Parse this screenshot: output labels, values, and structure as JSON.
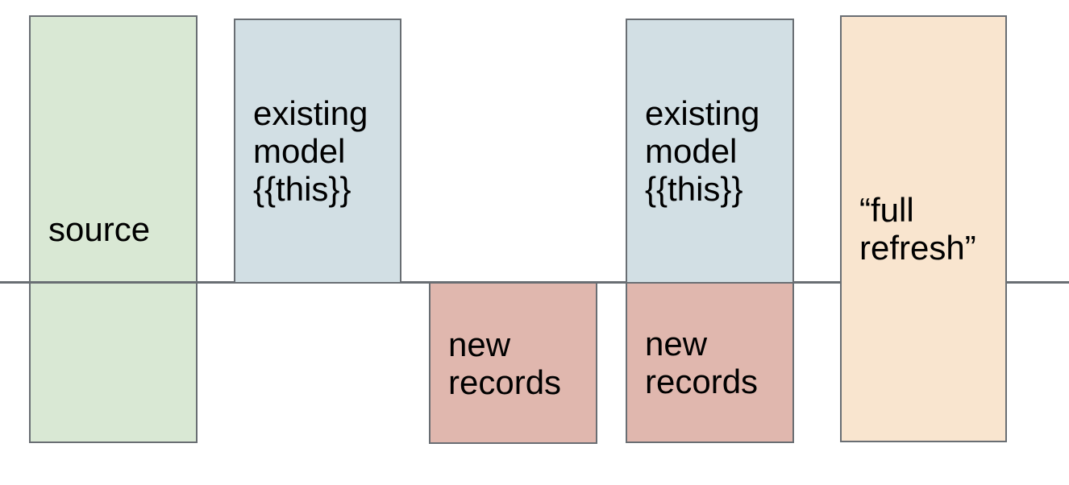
{
  "boxes": [
    {
      "name": "source",
      "label": "source",
      "fill": "#d9e8d4"
    },
    {
      "name": "existing-model-left",
      "label": "existing\nmodel\n{{this}}",
      "fill": "#d2dfe4"
    },
    {
      "name": "new-records-left",
      "label": "new\nrecords",
      "fill": "#e0b7ae"
    },
    {
      "name": "existing-model-right",
      "label": "existing\nmodel\n{{this}}",
      "fill": "#d2dfe4"
    },
    {
      "name": "new-records-right",
      "label": "new\nrecords",
      "fill": "#e0b7ae"
    },
    {
      "name": "full-refresh",
      "label": "“full\nrefresh”",
      "fill": "#f9e5cf"
    }
  ],
  "line": {
    "role": "timeline-divider"
  },
  "colors": {
    "border": "#696e73",
    "line": "#696e73",
    "text": "#000000",
    "background": "#ffffff"
  }
}
